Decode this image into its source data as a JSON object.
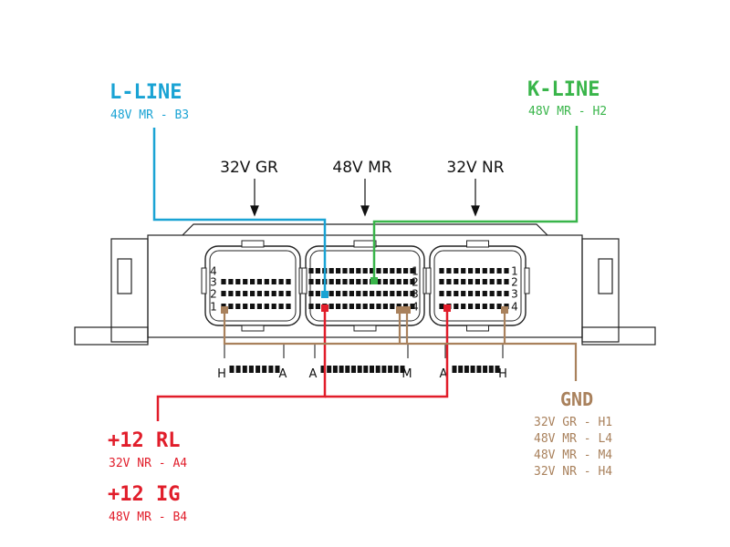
{
  "colors": {
    "l_line": "#1aa3d4",
    "k_line": "#39b54a",
    "power": "#e11d2a",
    "gnd": "#a9815c",
    "outline": "#222222"
  },
  "labels": {
    "l_line": {
      "title": "L-LINE",
      "sub": "48V MR - B3"
    },
    "k_line": {
      "title": "K-LINE",
      "sub": "48V MR - H2"
    },
    "rl": {
      "title": "+12 RL",
      "sub": "32V NR - A4"
    },
    "ig": {
      "title": "+12 IG",
      "sub": "48V MR - B4"
    },
    "gnd": {
      "title": "GND",
      "lines": [
        "32V GR - H1",
        "48V MR - L4",
        "48V MR - M4",
        "32V NR - H4"
      ]
    }
  },
  "connectors": [
    {
      "name": "32V GR",
      "row_numbers": [
        "4",
        "3",
        "2",
        "1"
      ],
      "left_letter": "H",
      "right_letter": "A"
    },
    {
      "name": "48V MR",
      "row_numbers": [
        "1",
        "2",
        "3",
        "4"
      ],
      "left_letter": "A",
      "right_letter": "M"
    },
    {
      "name": "32V NR",
      "row_numbers": [
        "1",
        "2",
        "3",
        "4"
      ],
      "left_letter": "A",
      "right_letter": "H"
    }
  ]
}
